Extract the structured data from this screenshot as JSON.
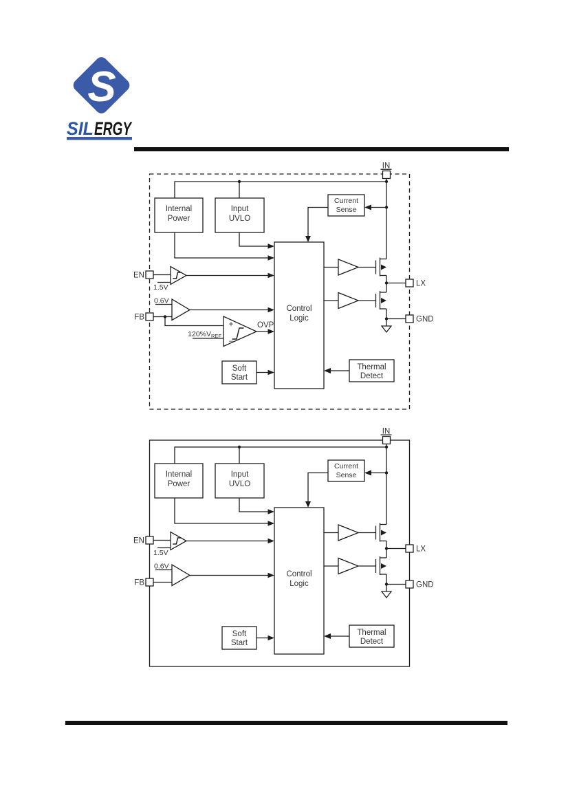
{
  "logo": {
    "s": "S",
    "sil": "SIL",
    "ergy": "ERGY",
    "blue": "#3b5ba8",
    "text_blue": "#2d55a5",
    "dark": "#161616"
  },
  "d1": {
    "border_style": "dashed",
    "pins": {
      "in": "IN",
      "en": "EN",
      "fb": "FB",
      "lx": "LX",
      "gnd": "GND"
    },
    "refs": {
      "en": "1.5V",
      "fb": "0.6V",
      "ovp_main": "120%V",
      "ovp_sub": "REF"
    },
    "comparator": {
      "plus": "+",
      "minus": "−",
      "ovp": "OVP"
    },
    "blocks": {
      "internal_power": [
        "Internal",
        "Power"
      ],
      "input_uvlo": [
        "Input",
        "UVLO"
      ],
      "current_sense": [
        "Current",
        "Sense"
      ],
      "control_logic": [
        "Control",
        "Logic"
      ],
      "soft_start": [
        "Soft",
        "Start"
      ],
      "thermal_detect": [
        "Thermal",
        "Detect"
      ]
    }
  },
  "d2": {
    "border_style": "solid",
    "pins": {
      "in": "IN",
      "en": "EN",
      "fb": "FB",
      "lx": "LX",
      "gnd": "GND"
    },
    "refs": {
      "en": "1.5V",
      "fb": "0.6V"
    },
    "blocks": {
      "internal_power": [
        "Internal",
        "Power"
      ],
      "input_uvlo": [
        "Input",
        "UVLO"
      ],
      "current_sense": [
        "Current",
        "Sense"
      ],
      "control_logic": [
        "Control",
        "Logic"
      ],
      "soft_start": [
        "Soft",
        "Start"
      ],
      "thermal_detect": [
        "Thermal",
        "Detect"
      ]
    }
  }
}
